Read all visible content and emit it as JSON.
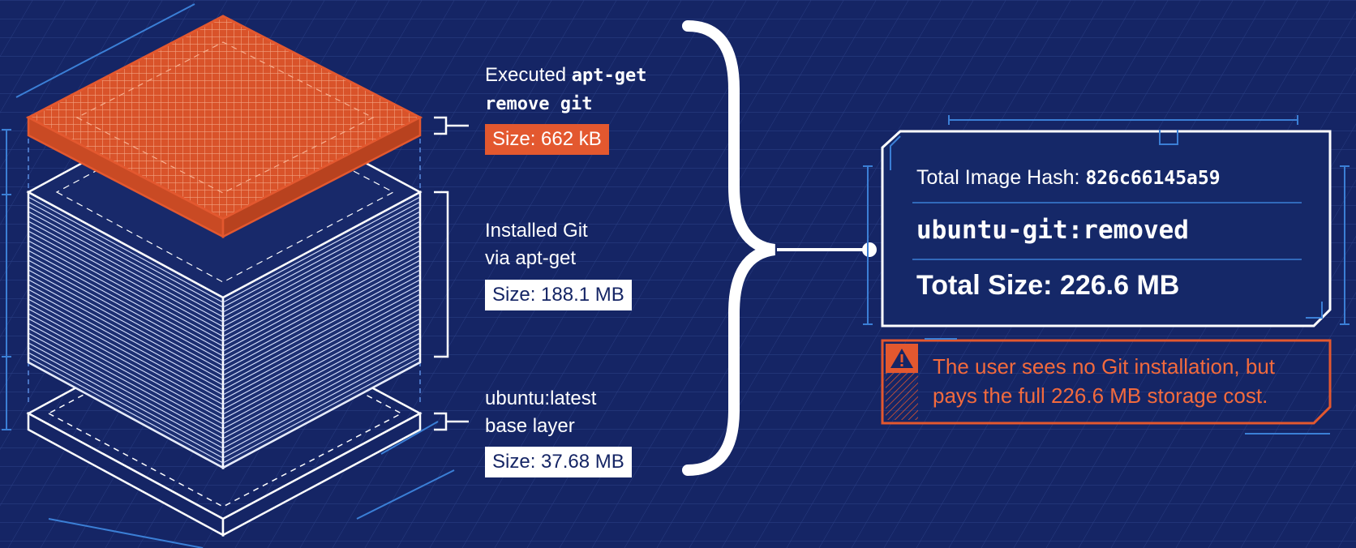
{
  "layers": [
    {
      "id": "remove-git",
      "label_plain": "Executed ",
      "label_code_line1": "apt-get",
      "label_code_line2": "remove git",
      "size": "Size: 662 kB",
      "color": "#e3582f"
    },
    {
      "id": "install-git",
      "label_line1": "Installed Git",
      "label_line2": "via apt-get",
      "size": "Size: 188.1 MB",
      "color": "#ffffff"
    },
    {
      "id": "base",
      "label_line1": "ubuntu:latest",
      "label_line2": "base layer",
      "size": "Size: 37.68 MB",
      "color": "#ffffff"
    }
  ],
  "image_panel": {
    "hash_label": "Total Image Hash: ",
    "hash_value": "826c66145a59",
    "image_name": "ubuntu-git:removed",
    "total_size": "Total Size: 226.6 MB"
  },
  "warning": {
    "icon": "warning-triangle-icon",
    "line1": "The user sees no Git installation, but",
    "line2": "pays the full 226.6 MB storage cost."
  },
  "colors": {
    "background": "#152565",
    "accent_orange": "#e3582f",
    "warning_text": "#f26a3d",
    "blueprint_line": "#3b7fd6"
  }
}
